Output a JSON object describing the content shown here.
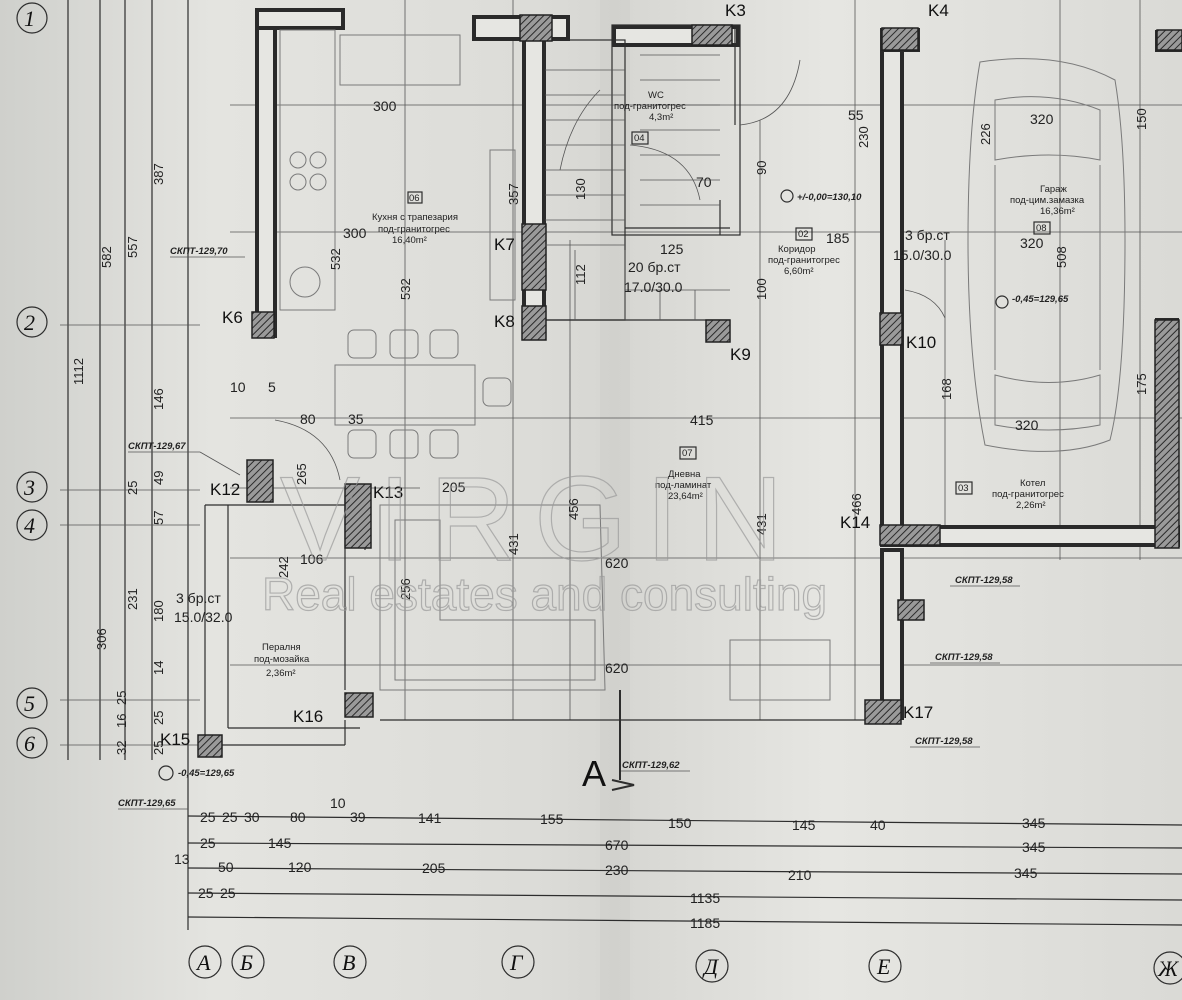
{
  "axes": {
    "rows": [
      "1",
      "2",
      "3",
      "4",
      "5",
      "6"
    ],
    "cols": [
      "А",
      "Б",
      "В",
      "Г",
      "Д",
      "Е",
      "Ж"
    ]
  },
  "columns": [
    "K3",
    "K4",
    "K6",
    "K7",
    "K8",
    "K9",
    "K10",
    "K12",
    "K13",
    "K14",
    "K15",
    "K16",
    "K17"
  ],
  "rooms": {
    "kitchen": {
      "num": "06",
      "name": "Кухня с трапезария",
      "floor": "под-гранитогрес",
      "area": "16,40m²"
    },
    "wc": {
      "num": "04",
      "name": "WC",
      "floor": "под-гранитогрес",
      "area": "4,3m²"
    },
    "corridor": {
      "num": "02",
      "name": "Коридор",
      "floor": "под-гранитогрес",
      "area": "6,60m²"
    },
    "living": {
      "num": "07",
      "name": "Дневна",
      "floor": "под-ламинат",
      "area": "23,64m²"
    },
    "garage": {
      "num": "08",
      "name": "Гараж",
      "floor": "под-цим.замазка",
      "area": "16,36m²"
    },
    "boiler": {
      "num": "03",
      "name": "Котел",
      "floor": "под-гранитогрес",
      "area": "2,26m²"
    },
    "laundry": {
      "name": "Пералня",
      "floor": "под-мозайка",
      "area": "2,36m²"
    }
  },
  "stairs": {
    "main": {
      "count": "20 бр.ст",
      "size": "17.0/30.0"
    },
    "garage": {
      "count": "3 бр.ст",
      "size": "15.0/30.0"
    },
    "laundry": {
      "count": "3 бр.ст",
      "size": "15.0/32.0"
    }
  },
  "levels": {
    "zero": "+/-0,00=130,10",
    "garage": "-0,45=129,65",
    "sw": "-0,45=129,65",
    "sktpt_kitchen": "СКПТ-129,70",
    "sktpt_k12": "СКПТ-129,67",
    "sktpt_sw": "СКПТ-129,65",
    "sktpt_a": "СКПТ-129,62",
    "sktpt_e1": "СКПТ-129,58",
    "sktpt_e2": "СКПТ-129,58",
    "sktpt_e3": "СКПТ-129,58"
  },
  "section_mark": "A",
  "watermark": {
    "line1": "VIRGIN",
    "line2": "Real estates and consulting"
  },
  "dims": {
    "bottom_row1": [
      "25",
      "25",
      "30",
      "80",
      "10",
      "39",
      "141",
      "155",
      "150",
      "145",
      "40",
      "345"
    ],
    "bottom_row2": [
      "25",
      "145",
      "670",
      "345"
    ],
    "bottom_row3": [
      "13",
      "50",
      "120",
      "205",
      "230",
      "210",
      "345"
    ],
    "bottom_row4": [
      "25",
      "25",
      "1135"
    ],
    "bottom_row5": [
      "1185"
    ],
    "left": [
      "1112",
      "582",
      "557",
      "387",
      "146",
      "306",
      "231",
      "180",
      "57",
      "49",
      "14",
      "32",
      "16",
      "25",
      "25",
      "25",
      "25"
    ],
    "inner": [
      "300",
      "300",
      "532",
      "532",
      "357",
      "256",
      "242",
      "431",
      "456",
      "431",
      "466",
      "620",
      "620",
      "415",
      "205",
      "106",
      "320",
      "320",
      "320",
      "508",
      "226",
      "150",
      "175",
      "168",
      "185",
      "125",
      "100",
      "90",
      "130",
      "112",
      "80",
      "35",
      "10",
      "5",
      "265",
      "70",
      "55",
      "230"
    ]
  }
}
